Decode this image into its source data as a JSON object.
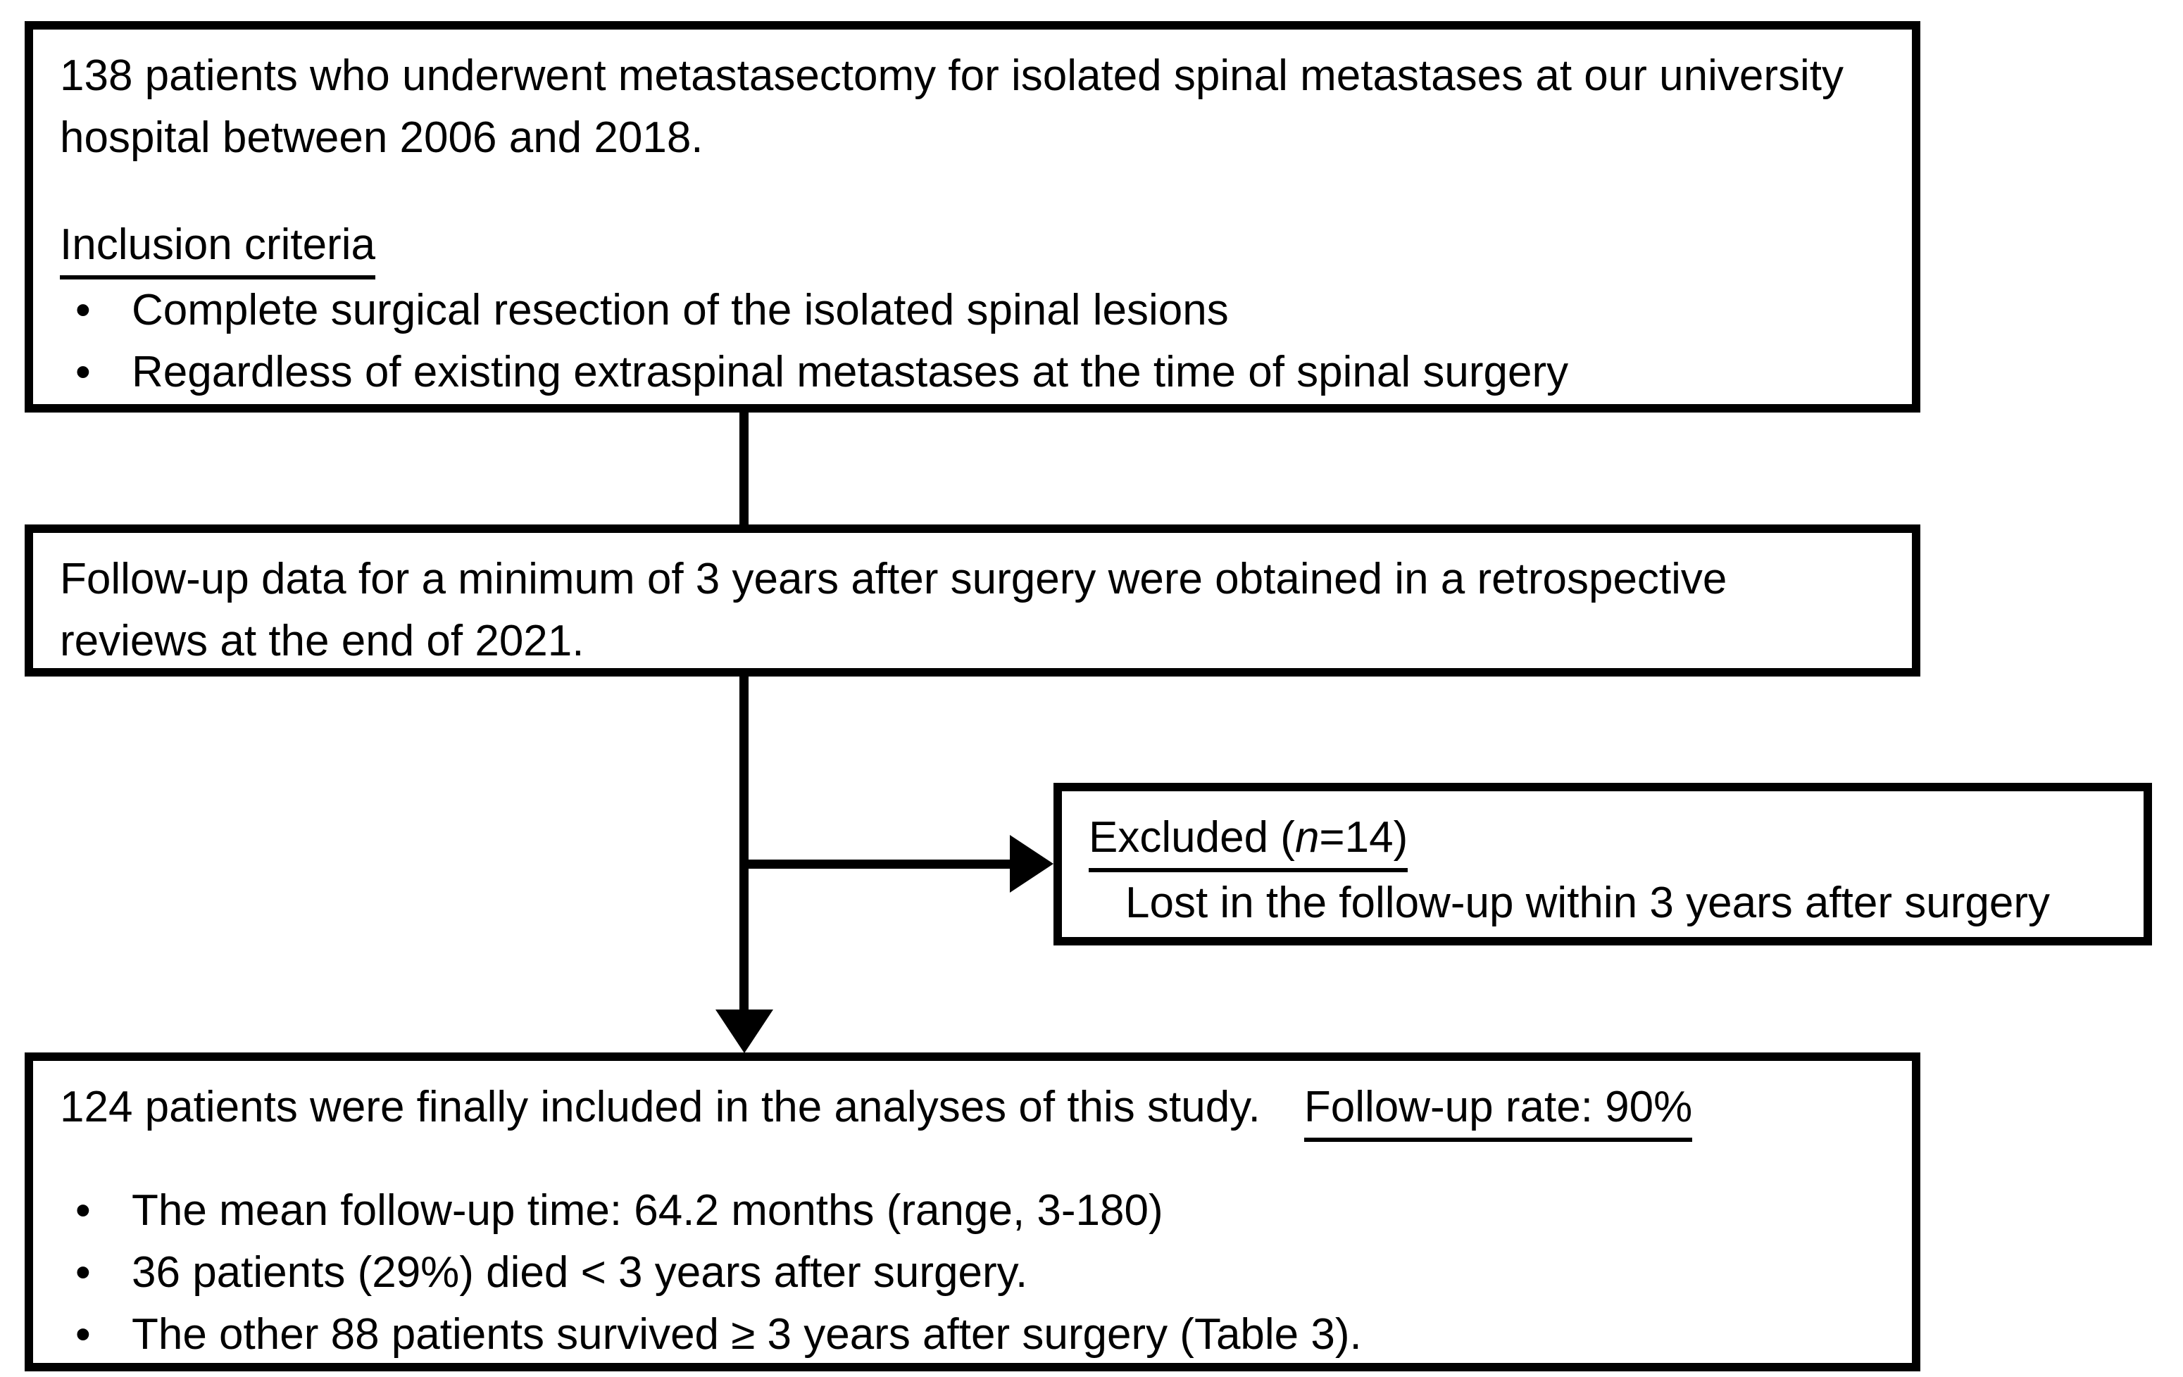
{
  "figure": {
    "bullet_char": "•",
    "colors": {
      "border": "#000000",
      "background": "#ffffff",
      "text": "#000000"
    },
    "box1": {
      "intro": "138 patients who underwent metastasectomy for isolated spinal metastases at our university hospital between 2006 and 2018.",
      "criteria_heading": "Inclusion criteria",
      "bullets": [
        "Complete surgical resection of the isolated spinal lesions",
        "Regardless of existing extraspinal metastases at the time of spinal surgery"
      ]
    },
    "box2": {
      "text": "Follow-up data for a minimum of 3 years after surgery were obtained in a retrospective reviews at the end of 2021."
    },
    "excluded": {
      "heading_prefix": "Excluded (",
      "heading_n": "n",
      "heading_suffix": "=14)",
      "detail": "Lost in the follow-up within 3 years after surgery"
    },
    "box4": {
      "result": "124 patients were finally included in the analyses of this study.",
      "followup_rate": "Follow-up rate: 90%",
      "bullets": [
        "The mean follow-up time: 64.2 months (range, 3-180)",
        "36 patients (29%) died < 3 years after surgery.",
        "The other 88 patients survived ≥ 3 years after surgery (Table 3)."
      ]
    }
  }
}
